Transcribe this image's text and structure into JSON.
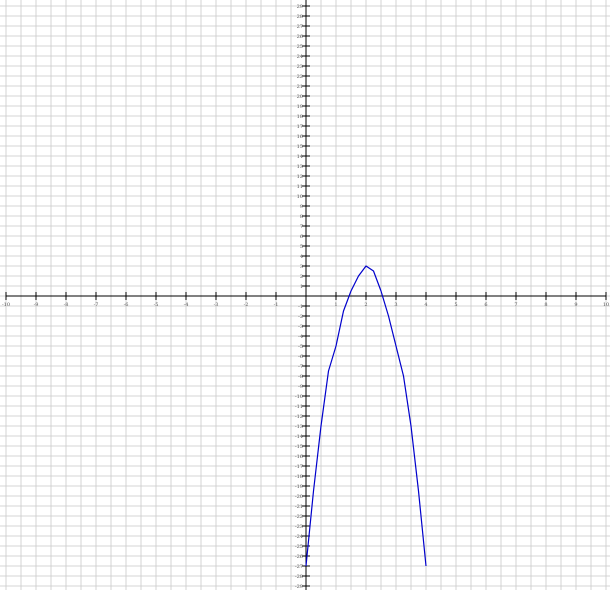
{
  "chart_data": {
    "type": "line",
    "title": "",
    "xlabel": "",
    "ylabel": "",
    "xlim": [
      -10,
      10
    ],
    "ylim": [
      -29,
      29
    ],
    "grid": true,
    "x_ticks": [
      -10,
      -9,
      -8,
      -7,
      -6,
      -5,
      -4,
      -3,
      -2,
      -1,
      1,
      2,
      3,
      4,
      5,
      6,
      7,
      8,
      9,
      10
    ],
    "y_ticks": [
      29,
      28,
      27,
      26,
      25,
      24,
      23,
      22,
      21,
      20,
      19,
      18,
      17,
      16,
      15,
      14,
      13,
      12,
      11,
      10,
      9,
      8,
      7,
      6,
      5,
      4,
      3,
      2,
      1,
      -1,
      -2,
      -3,
      -4,
      -5,
      -6,
      -7,
      -8,
      -9,
      -10,
      -11,
      -12,
      -13,
      -14,
      -15,
      -16,
      -17,
      -18,
      -19,
      -20,
      -21,
      -22,
      -23,
      -24,
      -25,
      -26,
      -27,
      -28,
      -29
    ],
    "x_tick_labels": [
      "-10",
      "-9",
      "-8",
      "-7",
      "-6",
      "-5",
      "-4",
      "-3",
      "-2",
      "-1",
      "1",
      "2",
      "3",
      "4",
      "5",
      "6",
      "7",
      "8",
      "9",
      "10"
    ],
    "y_tick_labels": [
      "29",
      "28",
      "27",
      "26",
      "25",
      "24",
      "23",
      "22",
      "21",
      "20",
      "19",
      "18",
      "17",
      "16",
      "15",
      "14",
      "13",
      "12",
      "11",
      "10",
      "9",
      "8",
      "7",
      "6",
      "5",
      "4",
      "3",
      "2",
      "1",
      "-1",
      "-2",
      "-3",
      "-4",
      "-5",
      "-6",
      "-7",
      "-8",
      "-9",
      "-10",
      "-11",
      "-12",
      "-13",
      "-14",
      "-15",
      "-16",
      "-17",
      "-18",
      "-19",
      "-20",
      "-21",
      "-22",
      "-23",
      "-24",
      "-25",
      "-26",
      "-27",
      "-28",
      "-29"
    ],
    "series": [
      {
        "color": "#0000cc",
        "x": [
          0,
          0.25,
          0.5,
          0.75,
          1,
          1.25,
          1.5,
          1.75,
          2,
          2.25,
          2.5,
          2.75,
          3,
          3.25,
          3.5,
          3.75,
          4
        ],
        "y": [
          -27,
          -19.5,
          -13,
          -7.5,
          -5,
          -1.5,
          0.5,
          2,
          3,
          2.5,
          0.5,
          -2,
          -5,
          -8,
          -13,
          -19.5,
          -27
        ]
      }
    ],
    "colors": {
      "grid": "#c8c8c8",
      "axis": "#000000",
      "curve": "#0000cc"
    }
  }
}
